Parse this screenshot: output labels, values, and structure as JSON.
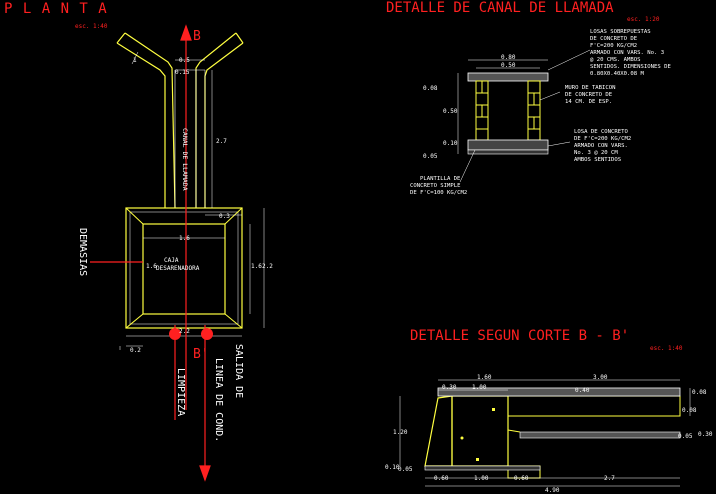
{
  "titles": {
    "planta": "P L A N T A",
    "planta_scale": "esc. 1:40",
    "canal": "DETALLE DE CANAL DE LLAMADA",
    "canal_scale": "esc. 1:20",
    "corte": "DETALLE SEGUN CORTE B - B'",
    "corte_scale": "esc. 1:40"
  },
  "planta": {
    "section_b": "B",
    "section_b_prime": "B'",
    "canal_label": "CANAL DE LLAMADA",
    "caja_label_1": "CAJA",
    "caja_label_2": "DESARENADORA",
    "demasias": "DEMASIAS",
    "limpieza": "LIMPIEZA",
    "salida_1": "SALIDA DE",
    "salida_2": "LINEA DE COND.",
    "dims": {
      "d1": "1",
      "d05": "0.5",
      "d015": "0.15",
      "d27": "2.7",
      "d03": "0.3",
      "d16a": "1.6",
      "d16b": "1.6",
      "d16c": "1.6",
      "d22a": "2.2",
      "d22b": "2.2",
      "d02": "0.2"
    }
  },
  "canal": {
    "note_losas": [
      "LOSAS SOBREPUESTAS",
      "DE CONCRETO DE",
      "F'C=200 KG/CM2",
      "ARMADO CON VARS. No. 3",
      "@ 20 CMS. AMBOS",
      "SENTIDOS. DIMENSIONES DE",
      "0.80X0.40X0.08 M"
    ],
    "note_muro": [
      "MURO DE TABICON",
      "DE CONCRETO DE",
      "14 CM. DE ESP."
    ],
    "note_losa": [
      "LOSA DE CONCRETO",
      "DE F'C=200 KG/CM2",
      "ARMADO CON VARS.",
      "No. 3 @ 20 CM",
      "AMBOS SENTIDOS"
    ],
    "note_plantilla": [
      "PLANTILLA DE",
      "CONCRETO SIMPLE",
      "DE F'C=100 KG/CM2"
    ],
    "dims": {
      "top080": "0.80",
      "top050": "0.50",
      "left008": "0.08",
      "left050": "0.50",
      "left010": "0.10",
      "left005": "0.05"
    }
  },
  "corte": {
    "dims": {
      "t160": "1.60",
      "t300": "3.00",
      "t030": "0.30",
      "t100": "1.00",
      "t040": "0.40",
      "r008a": "0.08",
      "r008b": "0.08",
      "r005": "0.05",
      "r030": "0.30",
      "l120": "1.20",
      "bl010": "0.10",
      "b060a": "0.60",
      "b005": "0.05",
      "b100": "1.00",
      "b060b": "0.60",
      "b27": "2.7",
      "b490": "4.90"
    }
  }
}
